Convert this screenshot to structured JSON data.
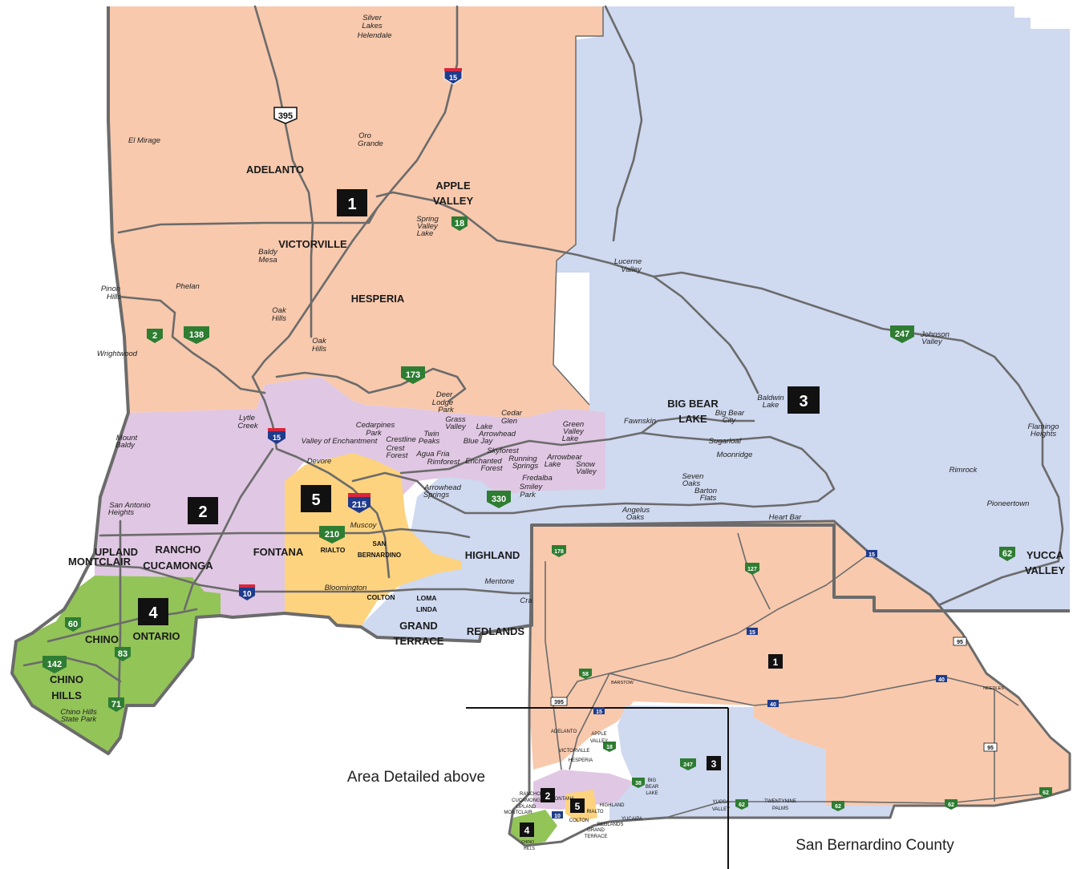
{
  "colors": {
    "district_1": "#f8c9ad",
    "district_2": "#e0c7e3",
    "district_3": "#cfd9f0",
    "district_4": "#93c458",
    "district_5": "#fdd37f",
    "road": "#6b6b6b",
    "state_shield": "#2e7d32",
    "interstate_shield": "#d7263d"
  },
  "districts": [
    "1",
    "2",
    "3",
    "4",
    "5"
  ],
  "cities": {
    "adelanto": "ADELANTO",
    "apple_valley_1": "APPLE",
    "apple_valley_2": "VALLEY",
    "victorville": "VICTORVILLE",
    "hesperia": "HESPERIA",
    "big_bear_1": "BIG BEAR",
    "big_bear_2": "LAKE",
    "upland": "UPLAND",
    "montclair": "MONTCLAIR",
    "rancho_1": "RANCHO",
    "rancho_2": "CUCAMONGA",
    "fontana": "FONTANA",
    "highland": "HIGHLAND",
    "chino": "CHINO",
    "ontario": "ONTARIO",
    "chino_hills_1": "CHINO",
    "chino_hills_2": "HILLS",
    "grand_terrace_1": "GRAND",
    "grand_terrace_2": "TERRACE",
    "redlands": "REDLANDS",
    "yucca_1": "YUCCA",
    "yucca_2": "VALLEY",
    "rialto": "RIALTO",
    "san_bernardino_1": "SAN",
    "san_bernardino_2": "BERNARDINO",
    "colton": "COLTON",
    "loma_linda_1": "LOMA",
    "loma_linda_2": "LINDA"
  },
  "places": {
    "silver_lakes_1": "Silver",
    "silver_lakes_2": "Lakes",
    "helendale": "Helendale",
    "el_mirage": "El Mirage",
    "oro_grande_1": "Oro",
    "oro_grande_2": "Grande",
    "spring_valley_1": "Spring",
    "spring_valley_2": "Valley",
    "spring_valley_3": "Lake",
    "baldy_mesa_1": "Baldy",
    "baldy_mesa_2": "Mesa",
    "pinon_hills_1": "Pinon",
    "pinon_hills_2": "Hills",
    "phelan": "Phelan",
    "oak_hills_a1": "Oak",
    "oak_hills_a2": "Hills",
    "oak_hills_b1": "Oak",
    "oak_hills_b2": "Hills",
    "wrightwood": "Wrightwood",
    "lucerne_1": "Lucerne",
    "lucerne_2": "Valley",
    "johnson_1": "Johnson",
    "johnson_2": "Valley",
    "lytle_1": "Lytle",
    "lytle_2": "Creek",
    "mount_baldy_1": "Mount",
    "mount_baldy_2": "Baldy",
    "san_antonio_1": "San Antonio",
    "san_antonio_2": "Heights",
    "valley_enchantment": "Valley of Enchantment",
    "devore": "Devore",
    "cedarpines_1": "Cedarpines",
    "cedarpines_2": "Park",
    "crestline": "Crestline",
    "crest_forest_1": "Crest",
    "crest_forest_2": "Forest",
    "deer_lodge_1": "Deer",
    "deer_lodge_2": "Lodge",
    "deer_lodge_3": "Park",
    "grass_valley_1": "Grass",
    "grass_valley_2": "Valley",
    "twin_peaks_1": "Twin",
    "twin_peaks_2": "Peaks",
    "lake_arrowhead_1": "Lake",
    "lake_arrowhead_2": "Arrowhead",
    "blue_jay": "Blue Jay",
    "cedar_glen_1": "Cedar",
    "cedar_glen_2": "Glen",
    "aqua_fria": "Agua Fria",
    "rimforest": "Rimforest",
    "skyforest": "Skyforest",
    "enchanted_1": "Enchanted",
    "enchanted_2": "Forest",
    "running_springs_1": "Running",
    "running_springs_2": "Springs",
    "arrowbear_1": "Arrowbear",
    "arrowbear_2": "Lake",
    "fredalba": "Fredalba",
    "smiley_1": "Smiley",
    "smiley_2": "Park",
    "green_valley_1": "Green",
    "green_valley_2": "Valley",
    "green_valley_3": "Lake",
    "snow_valley_1": "Snow",
    "snow_valley_2": "Valley",
    "arrowhead_springs_1": "Arrowhead",
    "arrowhead_springs_2": "Springs",
    "fawnskin": "Fawnskin",
    "big_bear_city_1": "Big Bear",
    "big_bear_city_2": "City",
    "baldwin_1": "Baldwin",
    "baldwin_2": "Lake",
    "sugarloaf": "Sugarloaf",
    "moonridge": "Moonridge",
    "seven_oaks_1": "Seven",
    "seven_oaks_2": "Oaks",
    "barton_1": "Barton",
    "barton_2": "Flats",
    "angelus_1": "Angelus",
    "angelus_2": "Oaks",
    "heart_bar": "Heart Bar",
    "flamingo_1": "Flamingo",
    "flamingo_2": "Heights",
    "rimrock": "Rimrock",
    "pioneertown": "Pioneertown",
    "muscoy": "Muscoy",
    "bloomington": "Bloomington",
    "mentone": "Mentone",
    "crafton": "Cra",
    "chino_hills_sp_1": "Chino Hills",
    "chino_hills_sp_2": "State Park"
  },
  "shields": {
    "us_395": "395",
    "i_15_top": "15",
    "i_15_mid": "15",
    "i_215": "215",
    "i_10": "10",
    "sr_18": "18",
    "sr_2": "2",
    "sr_138": "138",
    "sr_173": "173",
    "sr_247": "247",
    "sr_330": "330",
    "sr_210": "210",
    "sr_60": "60",
    "sr_142": "142",
    "sr_83": "83",
    "sr_71": "71",
    "sr_62": "62"
  },
  "inset": {
    "area_caption": "Area Detailed above",
    "county_caption": "San Bernardino County",
    "cities": {
      "adelanto": "ADELANTO",
      "apple_1": "APPLE",
      "apple_2": "VALLEY",
      "victorville": "VICTORVILLE",
      "hesperia": "HESPERIA",
      "big_1": "BIG",
      "big_2": "BEAR",
      "big_3": "LAKE",
      "rancho_1": "RANCHO",
      "rancho_2": "CUCAMONGA",
      "upland": "UPLAND",
      "montclair": "MONTCLAIR",
      "chino_1": "CHINO",
      "chino_2": "HILLS",
      "highland": "HIGHLAND",
      "redlands": "REDLANDS",
      "grand_1": "GRAND",
      "grand_2": "TERRACE",
      "yucaipa": "YUCAIPA",
      "yucca_1": "YUCCA",
      "yucca_2": "VALLEY",
      "twentynine_1": "TWENTYNINE",
      "twentynine_2": "PALMS",
      "needles": "NEEDLES",
      "barstow": "BARSTOW",
      "colton": "COLTON",
      "rialto": "RIALTO",
      "fontana": "FONTANA"
    },
    "shields": {
      "sr_178": "178",
      "sr_127": "127",
      "i_15a": "15",
      "i_15b": "15",
      "i_15c": "15",
      "sr_58": "58",
      "i_40a": "40",
      "i_40b": "40",
      "us_95a": "95",
      "us_95b": "95",
      "us_395": "395",
      "sr_18": "18",
      "sr_247": "247",
      "sr_38": "38",
      "sr_62a": "62",
      "sr_62b": "62",
      "sr_62c": "62",
      "sr_62d": "62",
      "sr_62e": "62",
      "i_10": "10"
    }
  }
}
